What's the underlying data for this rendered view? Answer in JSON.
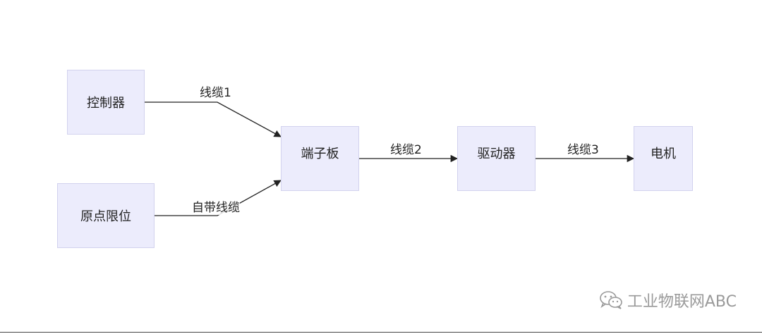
{
  "diagram": {
    "nodes": {
      "controller": "控制器",
      "home_limit": "原点限位",
      "terminal_board": "端子板",
      "driver": "驱动器",
      "motor": "电机"
    },
    "edges": {
      "cable1": "线缆1",
      "builtin_cable": "自带线缆",
      "cable2": "线缆2",
      "cable3": "线缆3"
    }
  },
  "watermark": {
    "text": "工业物联网ABC",
    "icon": "wechat-icon"
  }
}
